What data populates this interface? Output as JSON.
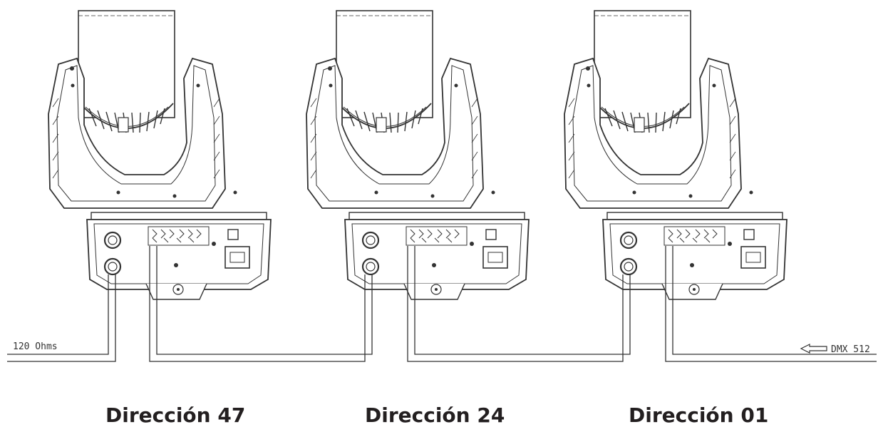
{
  "fixtures": [
    {
      "label": "Dirección 47"
    },
    {
      "label": "Dirección 24"
    },
    {
      "label": "Dirección 01"
    }
  ],
  "left_terminal": {
    "text": "120 Ohms"
  },
  "right_terminal": {
    "text": "DMX 512",
    "icon": "arrow-left-icon"
  },
  "colors": {
    "line": "#333333",
    "label": "#231f20"
  }
}
